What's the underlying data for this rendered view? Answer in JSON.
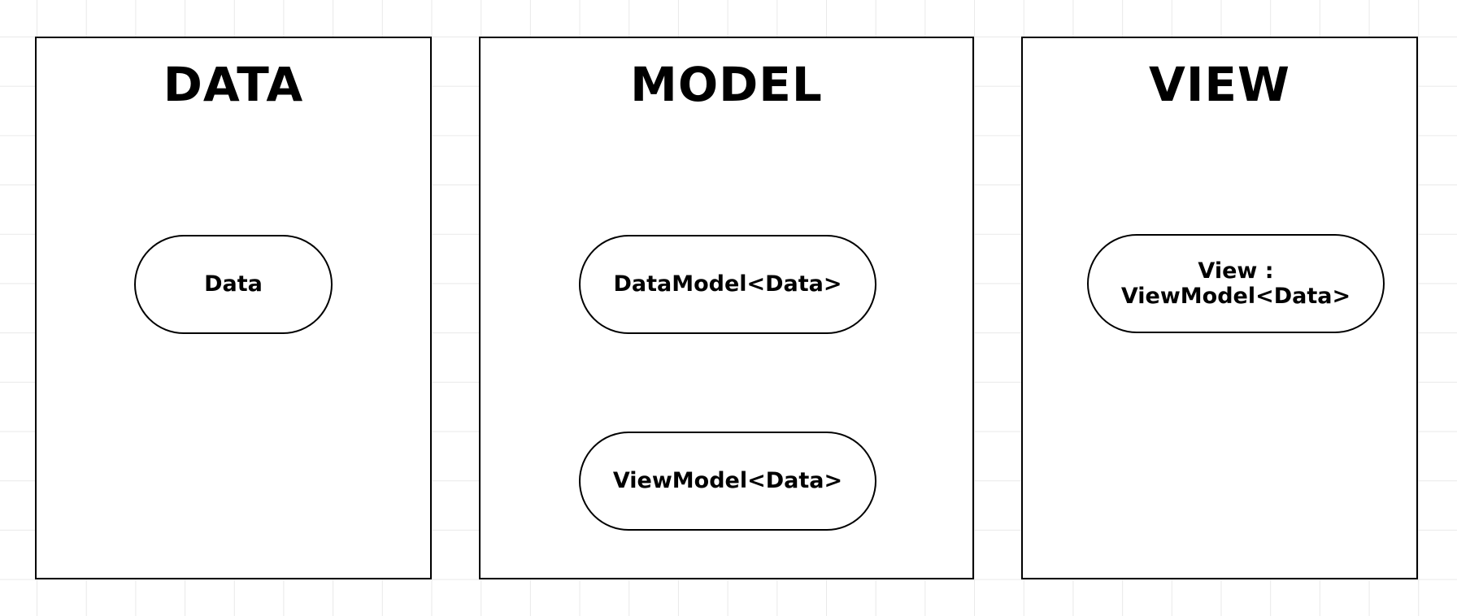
{
  "diagram": {
    "panels": [
      {
        "title": "DATA",
        "nodes": [
          {
            "label": "Data"
          }
        ]
      },
      {
        "title": "MODEL",
        "nodes": [
          {
            "label": "DataModel<Data>"
          },
          {
            "label": "ViewModel<Data>"
          }
        ]
      },
      {
        "title": "VIEW",
        "nodes": [
          {
            "label": "View :\nViewModel<Data>"
          }
        ]
      }
    ]
  }
}
